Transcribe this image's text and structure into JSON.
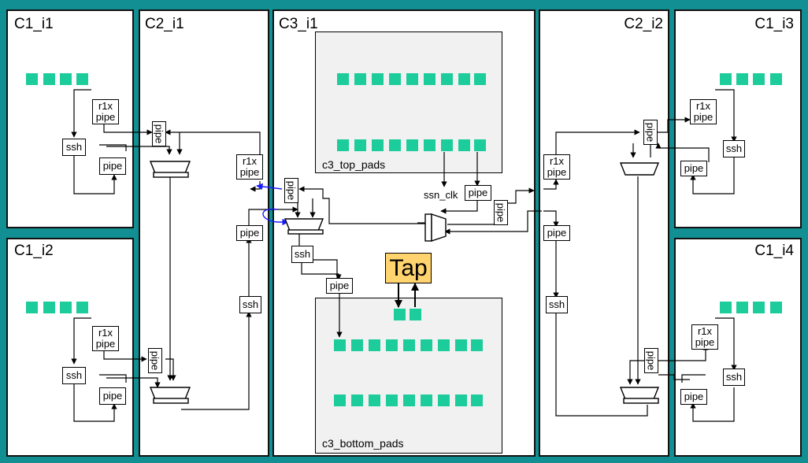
{
  "panels": {
    "c1_i1": "C1_i1",
    "c2_i1": "C2_i1",
    "c3_i1": "C3_i1",
    "c2_i2": "C2_i2",
    "c1_i3": "C1_i3",
    "c1_i2": "C1_i2",
    "c1_i4": "C1_i4"
  },
  "blocks": {
    "pipe": "pipe",
    "ssh": "ssh",
    "r1x_line1": "r1x",
    "r1x_line2": "pipe",
    "tap": "Tap",
    "ssn_clk": "ssn_clk"
  },
  "areas": {
    "top_pads": "c3_top_pads",
    "bottom_pads": "c3_bottom_pads"
  },
  "colors": {
    "background": "#118f92",
    "pad": "#1ccd9b",
    "tap": "#ffd36e",
    "pad_area": "#f1f1f1",
    "loop_arrow": "#1a1aff"
  }
}
